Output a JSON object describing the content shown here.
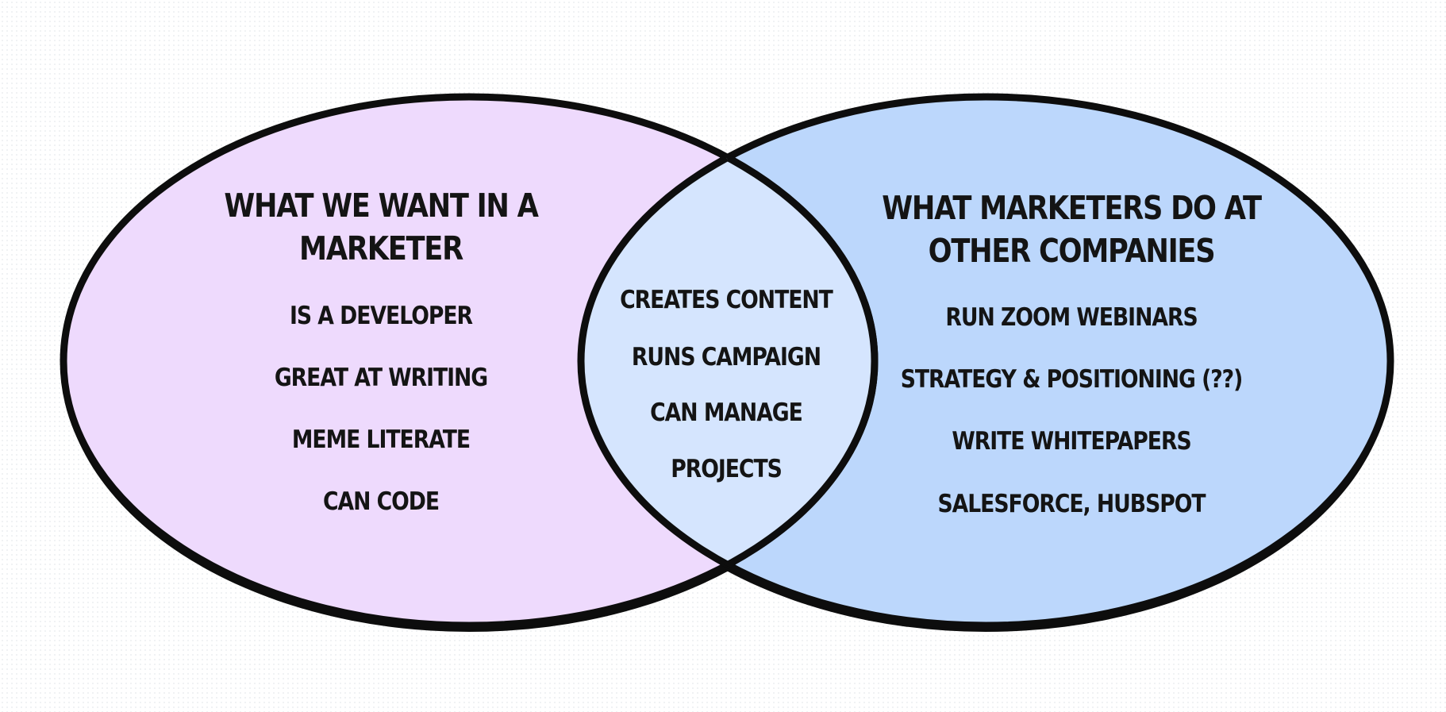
{
  "venn": {
    "left": {
      "title_line1": "WHAT WE WANT IN A",
      "title_line2": "MARKETER",
      "items": [
        "IS A DEVELOPER",
        "GREAT AT WRITING",
        "MEME LITERATE",
        "CAN CODE"
      ],
      "fill": "#eedafd"
    },
    "right": {
      "title_line1": "WHAT MARKETERS DO AT",
      "title_line2": "OTHER COMPANIES",
      "items": [
        "RUN ZOOM WEBINARS",
        "STRATEGY & POSITIONING (??)",
        "WRITE WHITEPAPERS",
        "SALESFORCE, HUBSPOT"
      ],
      "fill": "#bcd7fc"
    },
    "overlap": {
      "items": [
        "CREATES CONTENT",
        "RUNS CAMPAIGN",
        "CAN MANAGE",
        "PROJECTS"
      ],
      "fill": "#d5e5fe"
    },
    "outline_color": "#0d0d0d",
    "text_color": "#141414"
  }
}
